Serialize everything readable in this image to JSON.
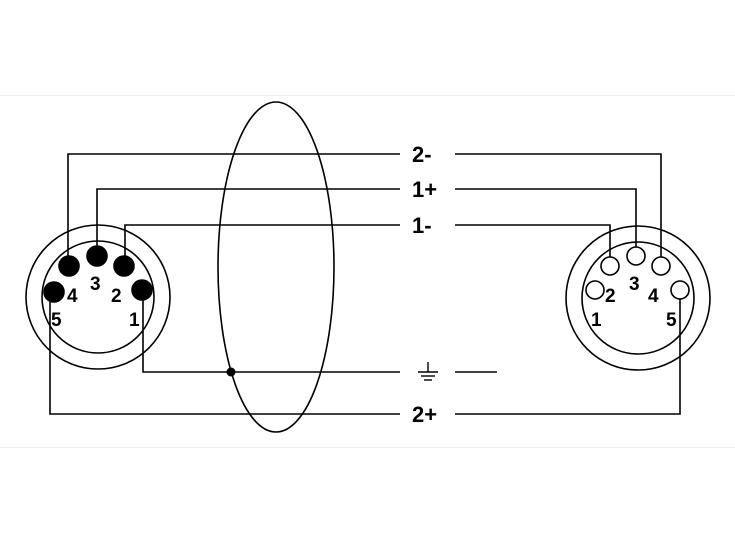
{
  "diagram": {
    "wire_labels": {
      "two_minus": "2-",
      "one_plus": "1+",
      "one_minus": "1-",
      "ground": "⏚",
      "two_plus": "2+"
    },
    "left_connector": {
      "pins": {
        "p1": "1",
        "p2": "2",
        "p3": "3",
        "p4": "4",
        "p5": "5"
      },
      "pin_fill": "#000000"
    },
    "right_connector": {
      "pins": {
        "p1": "1",
        "p2": "2",
        "p3": "3",
        "p4": "4",
        "p5": "5"
      },
      "pin_fill": "#ffffff"
    },
    "colors": {
      "line": "#000000",
      "background": "#ffffff"
    }
  }
}
